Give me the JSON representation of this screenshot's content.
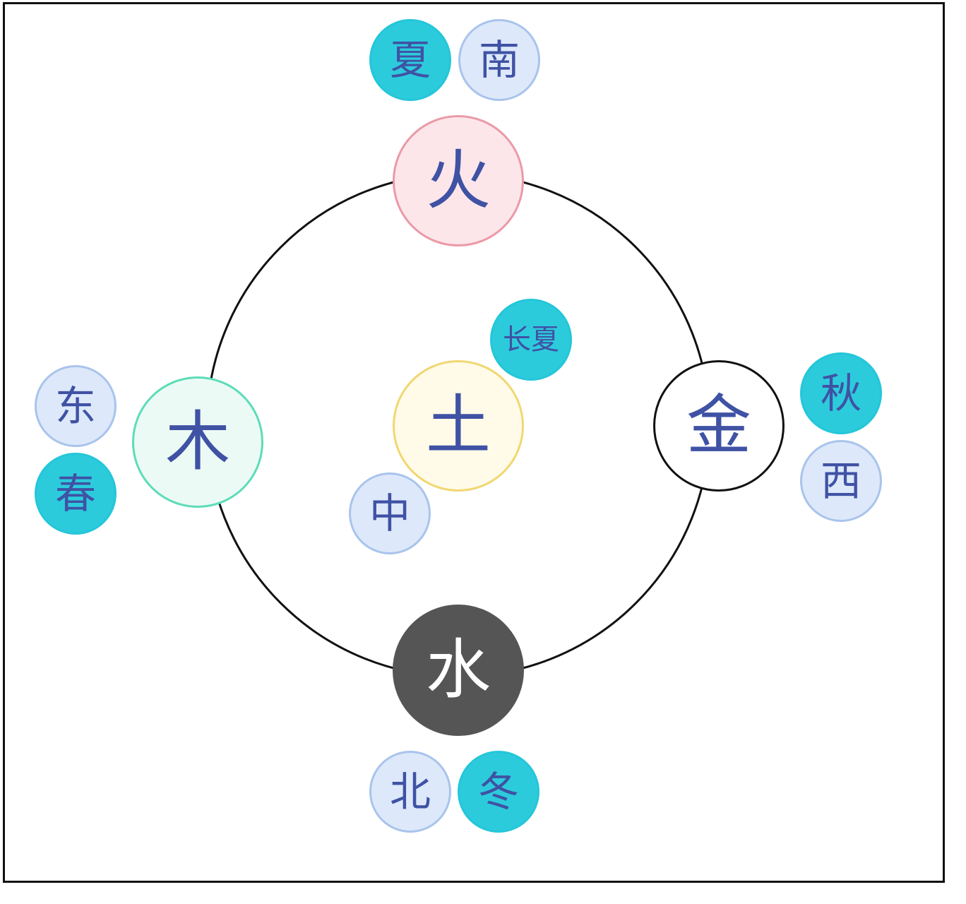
{
  "colors": {
    "text": "#3f52a4",
    "season_fill": "#2ccbdc",
    "direction_fill": "#dde8fa",
    "fire_fill": "#fde6ea",
    "fire_border": "#ea9aa7",
    "wood_fill": "#ecfaf5",
    "wood_border": "#5ddcb8",
    "earth_fill": "#fffbe8",
    "earth_border": "#f1d772",
    "metal_fill": "#ffffff",
    "metal_border": "#111111",
    "water_fill": "#555555",
    "water_text": "#ffffff"
  },
  "elements": {
    "fire": "火",
    "wood": "木",
    "earth": "土",
    "metal": "金",
    "water": "水"
  },
  "seasons": {
    "summer": "夏",
    "spring": "春",
    "late_summer": "长夏",
    "autumn": "秋",
    "winter": "冬"
  },
  "directions": {
    "south": "南",
    "east": "东",
    "center": "中",
    "west": "西",
    "north": "北"
  }
}
